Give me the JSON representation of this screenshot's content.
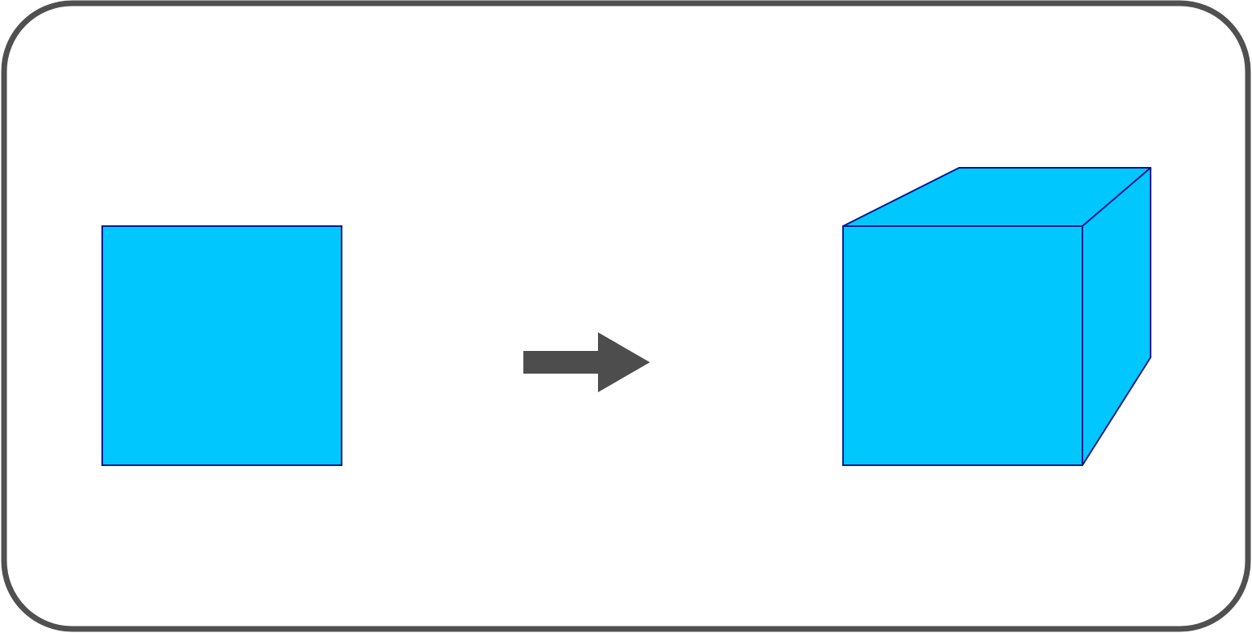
{
  "diagram": {
    "type": "transformation",
    "source_shape": "square",
    "connector": "right-arrow",
    "target_shape": "cube"
  },
  "colors": {
    "frame_stroke": "#505050",
    "background": "#ffffff",
    "shape_fill": "#00c8ff",
    "shape_stroke": "#0a1a8c",
    "arrow_fill": "#4d4d4d"
  }
}
